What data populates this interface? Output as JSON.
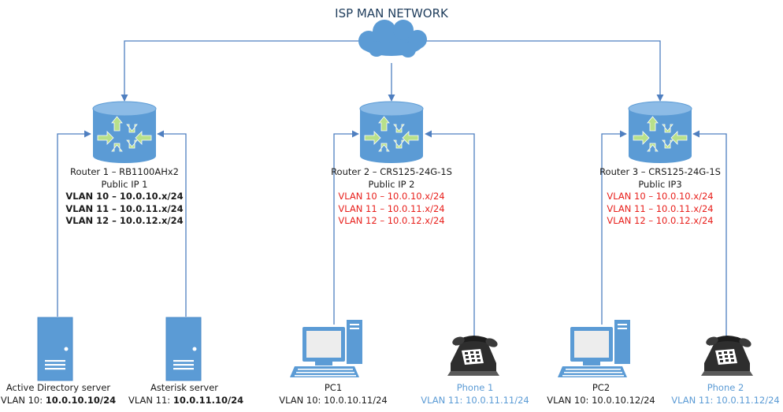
{
  "title": "ISP MAN NETWORK",
  "colors": {
    "device_fill": "#5b9bd5",
    "router_top": "#7fb0e0",
    "arrow_green": "#b8e08a",
    "line": "#4f7fc0",
    "vlan_red": "#e8201c",
    "phone_text": "#5b9bd5"
  },
  "routers": [
    {
      "name": "Router 1 – RB1100AHx2",
      "ip": "Public IP 1",
      "vlans": [
        "VLAN 10 – 10.0.10.x/24",
        "VLAN 11 – 10.0.11.x/24",
        "VLAN 12 – 10.0.12.x/24"
      ]
    },
    {
      "name": "Router 2 – CRS125-24G-1S",
      "ip": "Public IP 2",
      "vlans": [
        "VLAN 10 – 10.0.10.x/24",
        "VLAN 11 – 10.0.11.x/24",
        "VLAN 12 – 10.0.12.x/24"
      ]
    },
    {
      "name": "Router 3 – CRS125-24G-1S",
      "ip": "Public IP3",
      "vlans": [
        "VLAN 10 – 10.0.10.x/24",
        "VLAN 11 – 10.0.11.x/24",
        "VLAN 12 – 10.0.12.x/24"
      ]
    }
  ],
  "devices": [
    {
      "icon": "server-icon",
      "name": "Active Directory server",
      "vlan_prefix": "VLAN 10: ",
      "address": "10.0.10.10/24"
    },
    {
      "icon": "server-icon",
      "name": "Asterisk server",
      "vlan_prefix": "VLAN 11: ",
      "address": "10.0.11.10/24"
    },
    {
      "icon": "pc-icon",
      "name": "PC1",
      "vlan_prefix": "VLAN 10: ",
      "address": "10.0.10.11/24"
    },
    {
      "icon": "phone-icon",
      "name": "Phone 1",
      "vlan_prefix": "VLAN 11: ",
      "address": "10.0.11.11/24"
    },
    {
      "icon": "pc-icon",
      "name": "PC2",
      "vlan_prefix": "VLAN 10: ",
      "address": "10.0.10.12/24"
    },
    {
      "icon": "phone-icon",
      "name": "Phone 2",
      "vlan_prefix": "VLAN 11: ",
      "address": "10.0.11.12/24"
    }
  ]
}
